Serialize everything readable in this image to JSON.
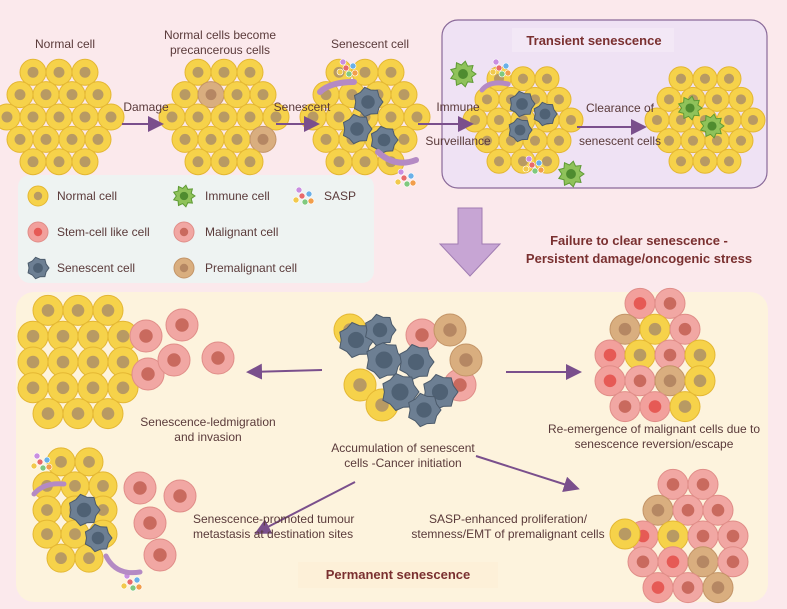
{
  "top": {
    "normal_cell": "Normal cell",
    "damage": "Damage",
    "normal_become_precancerous": "Normal cells become precancerous cells",
    "senescent_arrow": "Senescent",
    "senescent_cell": "Senescent cell",
    "immune_surveillance": [
      "Immune",
      "Surveillance"
    ],
    "clearance": [
      "Clearance of",
      "senescent cells"
    ]
  },
  "transient_title": "Transient senescence",
  "failure_text": [
    "Failure to clear senescence -",
    "Persistent damage/oncogenic stress"
  ],
  "legend": [
    {
      "label": "Normal cell",
      "icon": "normal-cell"
    },
    {
      "label": "Immune cell",
      "icon": "immune-cell"
    },
    {
      "label": "SASP",
      "icon": "sasp"
    },
    {
      "label": "Stem-cell like cell",
      "icon": "stem-cell"
    },
    {
      "label": "Malignant cell",
      "icon": "malignant-cell"
    },
    {
      "label": "Senescent cell",
      "icon": "senescent-cell"
    },
    {
      "label": "Premalignant cell",
      "icon": "premalignant-cell"
    }
  ],
  "bottom": {
    "migration": [
      "Senescence-ledmigration",
      "and invasion"
    ],
    "accumulation": [
      "Accumulation of senescent",
      "cells -Cancer initiation"
    ],
    "reemergence": [
      "Re-emergence of malignant cells due to",
      "senescence reversion/escape"
    ],
    "metastasis": [
      "Senescence-promoted tumour",
      "metastasis at destination sites"
    ],
    "sasp_enhanced": [
      "SASP-enhanced proliferation/",
      "stemness/EMT of premalignant cells"
    ]
  },
  "permanent_title": "Permanent senescence",
  "colors": {
    "background": "#fbe9ec",
    "normal": "#f6d24a",
    "normal_nucleus": "#b89a63",
    "stem": "#f2a09c",
    "stem_nucleus": "#e65a55",
    "malignant": "#f1a7a3",
    "malignant_nucleus": "#c96a5e",
    "premalignant": "#d9ae7f",
    "senescent": "#6d7f93",
    "immune": "#8fc25a",
    "arrow": "#7a4f8c"
  }
}
